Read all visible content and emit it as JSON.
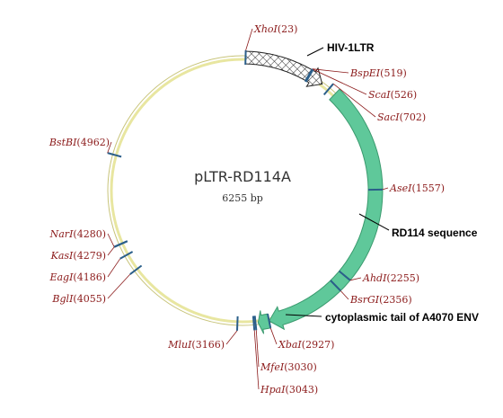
{
  "plasmid": {
    "name": "pLTR-RD114A",
    "size_label": "6255 bp",
    "length_bp": 6255
  },
  "features": [
    {
      "label": "HIV-1LTR",
      "start": 23,
      "end": 640,
      "style": "crosshatch",
      "color": "#ffffff"
    },
    {
      "label": "RD114 sequence",
      "start": 760,
      "end": 2927,
      "style": "arrow",
      "color": "#5fc89a"
    },
    {
      "label": "cytoplasmic tail of A4070 ENV",
      "start": 2927,
      "end": 3010,
      "style": "arrow",
      "color": "#5fc89a"
    }
  ],
  "sites": [
    {
      "enzyme": "XhoI",
      "position": "23",
      "bp": 23,
      "side": "top"
    },
    {
      "enzyme": "BspEI",
      "position": "519",
      "bp": 519,
      "side": "right"
    },
    {
      "enzyme": "ScaI",
      "position": "526",
      "bp": 526,
      "side": "right"
    },
    {
      "enzyme": "SacI",
      "position": "702",
      "bp": 702,
      "side": "right"
    },
    {
      "enzyme": "AseI",
      "position": "1557",
      "bp": 1557,
      "side": "right"
    },
    {
      "enzyme": "AhdI",
      "position": "2255",
      "bp": 2255,
      "side": "right"
    },
    {
      "enzyme": "BsrGI",
      "position": "2356",
      "bp": 2356,
      "side": "right"
    },
    {
      "enzyme": "XbaI",
      "position": "2927",
      "bp": 2927,
      "side": "right"
    },
    {
      "enzyme": "MfeI",
      "position": "3030",
      "bp": 3030,
      "side": "bottom"
    },
    {
      "enzyme": "HpaI",
      "position": "3043",
      "bp": 3043,
      "side": "bottom"
    },
    {
      "enzyme": "MluI",
      "position": "3166",
      "bp": 3166,
      "side": "left"
    },
    {
      "enzyme": "BglI",
      "position": "4055",
      "bp": 4055,
      "side": "left"
    },
    {
      "enzyme": "EagI",
      "position": "4186",
      "bp": 4186,
      "side": "left"
    },
    {
      "enzyme": "KasI",
      "position": "4279",
      "bp": 4279,
      "side": "left"
    },
    {
      "enzyme": "NarI",
      "position": "4280",
      "bp": 4280,
      "side": "left"
    },
    {
      "enzyme": "BstBI",
      "position": "4962",
      "bp": 4962,
      "side": "left"
    }
  ],
  "colors": {
    "backbone": "#e8e6a0",
    "backbone_edge": "#c8c47a",
    "site_tick": "#2b5f8a",
    "site_label": "#8b1a1a",
    "leader_line": "#8b1a1a",
    "insert_fill": "#5fc89a",
    "insert_edge": "#3a9a6e"
  }
}
